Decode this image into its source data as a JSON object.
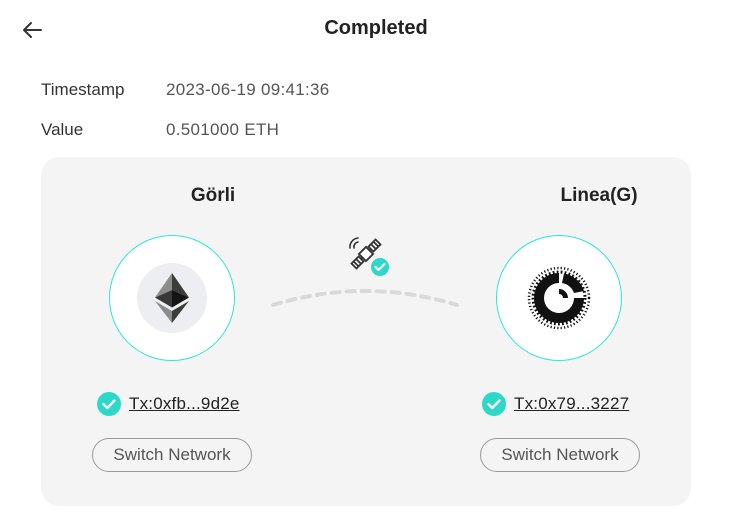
{
  "header": {
    "title": "Completed",
    "back_icon": "arrow-left-icon"
  },
  "details": {
    "timestamp_label": "Timestamp",
    "timestamp_value": "2023-06-19 09:41:36",
    "value_label": "Value",
    "value_value": "0.501000 ETH"
  },
  "bridge": {
    "status_icon": "satellite-check-icon",
    "source": {
      "network": "Görli",
      "logo": "ethereum-icon",
      "tx": "Tx:0xfb...9d2e",
      "switch_label": "Switch Network"
    },
    "destination": {
      "network": "Linea(G)",
      "logo": "linea-icon",
      "tx": "Tx:0x79...3227",
      "switch_label": "Switch Network"
    }
  },
  "colors": {
    "accent": "#2ee6d6",
    "check": "#2ed8c8",
    "card_bg": "#f4f4f4"
  }
}
